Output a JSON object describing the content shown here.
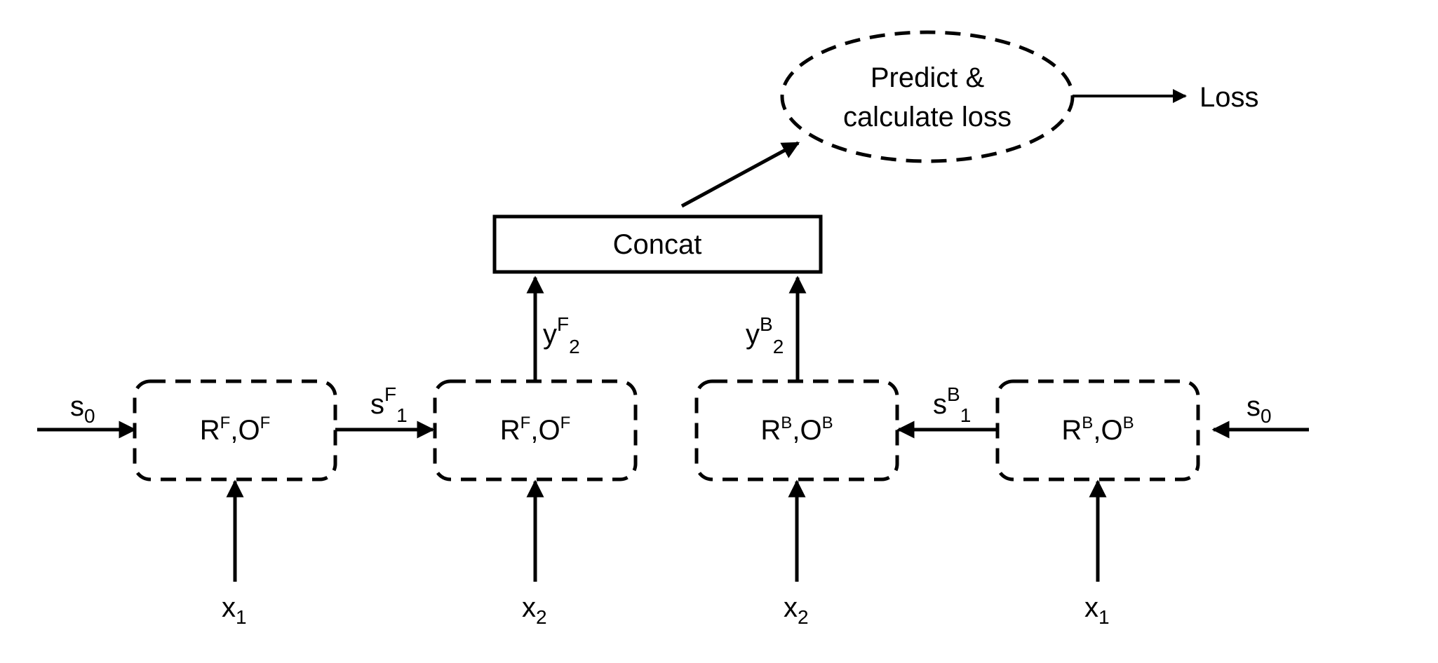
{
  "colors": {
    "stroke": "#000000",
    "background": "#ffffff"
  },
  "output": {
    "ellipse_line1": "Predict &",
    "ellipse_line2": "calculate loss",
    "loss_label": "Loss"
  },
  "concat": {
    "label": "Concat"
  },
  "forward": {
    "cell1": {
      "R": "R",
      "R_sup": "F",
      "comma": ",",
      "O": "O",
      "O_sup": "F"
    },
    "cell2": {
      "R": "R",
      "R_sup": "F",
      "comma": ",",
      "O": "O",
      "O_sup": "F"
    },
    "state_in": {
      "base": "s",
      "sub": "0"
    },
    "state_mid": {
      "base": "s",
      "sup": "F",
      "sub": "1"
    },
    "output": {
      "base": "y",
      "sup": "F",
      "sub": "2"
    },
    "input1": {
      "base": "x",
      "sub": "1"
    },
    "input2": {
      "base": "x",
      "sub": "2"
    }
  },
  "backward": {
    "cell1": {
      "R": "R",
      "R_sup": "B",
      "comma": ",",
      "O": "O",
      "O_sup": "B"
    },
    "cell2": {
      "R": "R",
      "R_sup": "B",
      "comma": ",",
      "O": "O",
      "O_sup": "B"
    },
    "state_in": {
      "base": "s",
      "sub": "0"
    },
    "state_mid": {
      "base": "s",
      "sup": "B",
      "sub": "1"
    },
    "output": {
      "base": "y",
      "sup": "B",
      "sub": "2"
    },
    "input1": {
      "base": "x",
      "sub": "2"
    },
    "input2": {
      "base": "x",
      "sub": "1"
    }
  }
}
